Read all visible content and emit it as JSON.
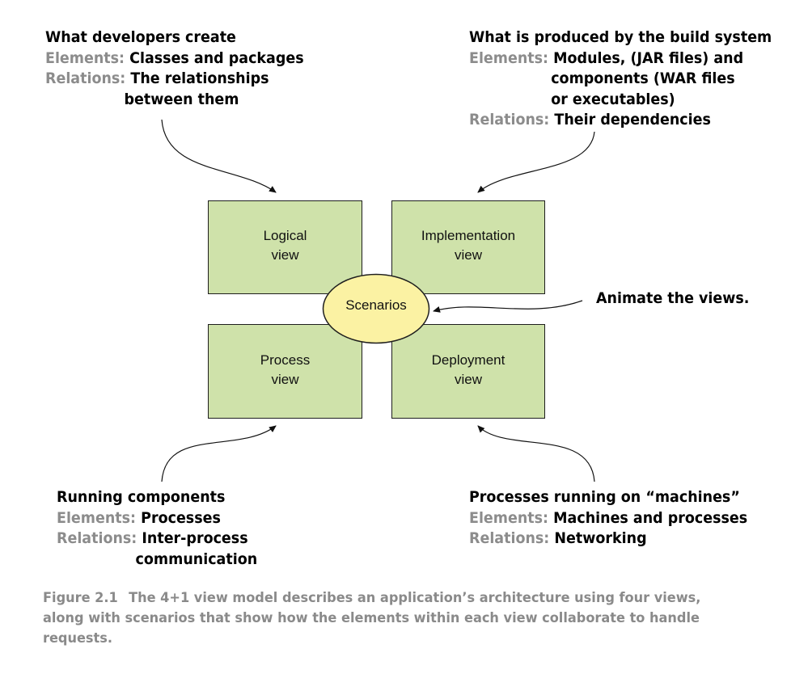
{
  "annotations": {
    "logical": {
      "title": "What developers create",
      "elements_label": "Elements:",
      "elements": "Classes and packages",
      "relations_label": "Relations:",
      "relations_1": "The relationships",
      "relations_2": "between them"
    },
    "implementation": {
      "title": "What is produced by the build system",
      "elements_label": "Elements:",
      "elements_1": "Modules, (JAR files) and",
      "elements_2": "components (WAR files",
      "elements_3": "or executables)",
      "relations_label": "Relations:",
      "relations": "Their dependencies"
    },
    "scenarios": {
      "title": "Animate the views."
    },
    "process": {
      "title": "Running components",
      "elements_label": "Elements:",
      "elements": "Processes",
      "relations_label": "Relations:",
      "relations_1": "Inter-process",
      "relations_2": "communication"
    },
    "deployment": {
      "title": "Processes running on “machines”",
      "elements_label": "Elements:",
      "elements": "Machines and processes",
      "relations_label": "Relations:",
      "relations": "Networking"
    }
  },
  "views": {
    "logical": {
      "line1": "Logical",
      "line2": "view"
    },
    "implementation": {
      "line1": "Implementation",
      "line2": "view"
    },
    "process": {
      "line1": "Process",
      "line2": "view"
    },
    "deployment": {
      "line1": "Deployment",
      "line2": "view"
    },
    "scenarios": "Scenarios"
  },
  "caption": {
    "number": "Figure 2.1",
    "text": "The 4+1 view model describes an application’s architecture using four views, along with scenarios that show how the elements within each view collaborate to handle requests."
  },
  "colors": {
    "box_fill": "#cfe2aa",
    "ellipse_fill": "#fbf2a3",
    "label_gray": "#8c8c8c"
  }
}
